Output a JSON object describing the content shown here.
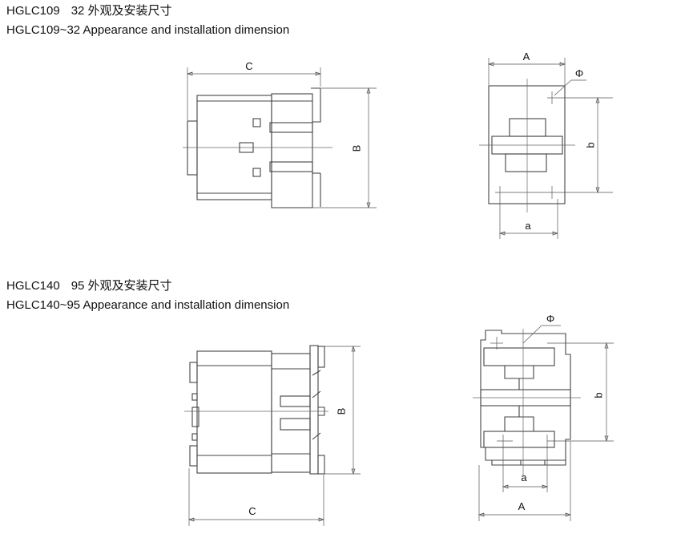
{
  "section1": {
    "model": "HGLC109",
    "title_cn": "32 外观及安装尺寸",
    "title_en": "HGLC109~32 Appearance and installation dimension",
    "side_view": {
      "dim_width": "C",
      "dim_height": "B"
    },
    "front_view": {
      "dim_width": "A",
      "dim_hole": "Φ",
      "dim_mount_height": "b",
      "dim_mount_width": "a"
    }
  },
  "section2": {
    "model": "HGLC140",
    "title_cn": "95 外观及安装尺寸",
    "title_en": "HGLC140~95 Appearance and installation dimension",
    "side_view": {
      "dim_width": "C",
      "dim_height": "B"
    },
    "front_view": {
      "dim_width": "A",
      "dim_hole": "Φ",
      "dim_mount_height": "b",
      "dim_mount_width": "a"
    }
  }
}
